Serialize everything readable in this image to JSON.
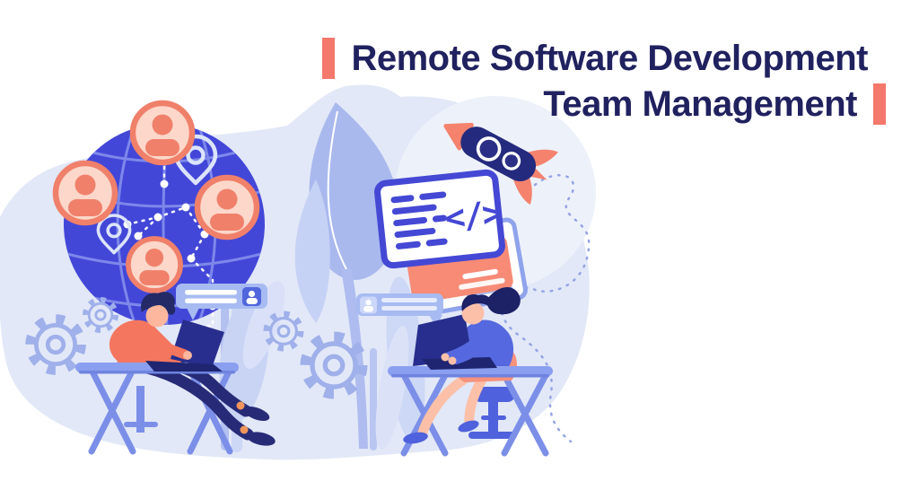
{
  "page": {
    "background": "#ffffff"
  },
  "header": {
    "title_line1": "Remote Software Development",
    "title_line2": "Team Management",
    "accent_color": "#f4786b",
    "title_color": "#20215f"
  },
  "illustration": {
    "code_window": {
      "code_symbol": "</>"
    },
    "icons": {
      "globe-icon": "globe sphere with latitude-longitude grid",
      "user-avatar-icon": "person silhouette in coral ring circle",
      "location-pin-icon": "map pin outline",
      "chat-message-icon": "message bar with user badge and text lines",
      "gear-icon": "cog outline",
      "rocket-icon": "rocket with round portholes and coral fins",
      "code-window-icon": "window with code lines",
      "laptop-icon": "open laptop",
      "leaf-icon": "plant leaf"
    },
    "colors": {
      "background_blob": "#e2e8f7",
      "globe_blue": "#4347d8",
      "avatar_coral": "#f0806a",
      "periwinkle": "#8b9ff0",
      "navy_ink": "#242a7d",
      "window_indigo": "#4448d4",
      "window_coral": "#f78b76",
      "leaf_blue": "#a9b9ee"
    }
  }
}
